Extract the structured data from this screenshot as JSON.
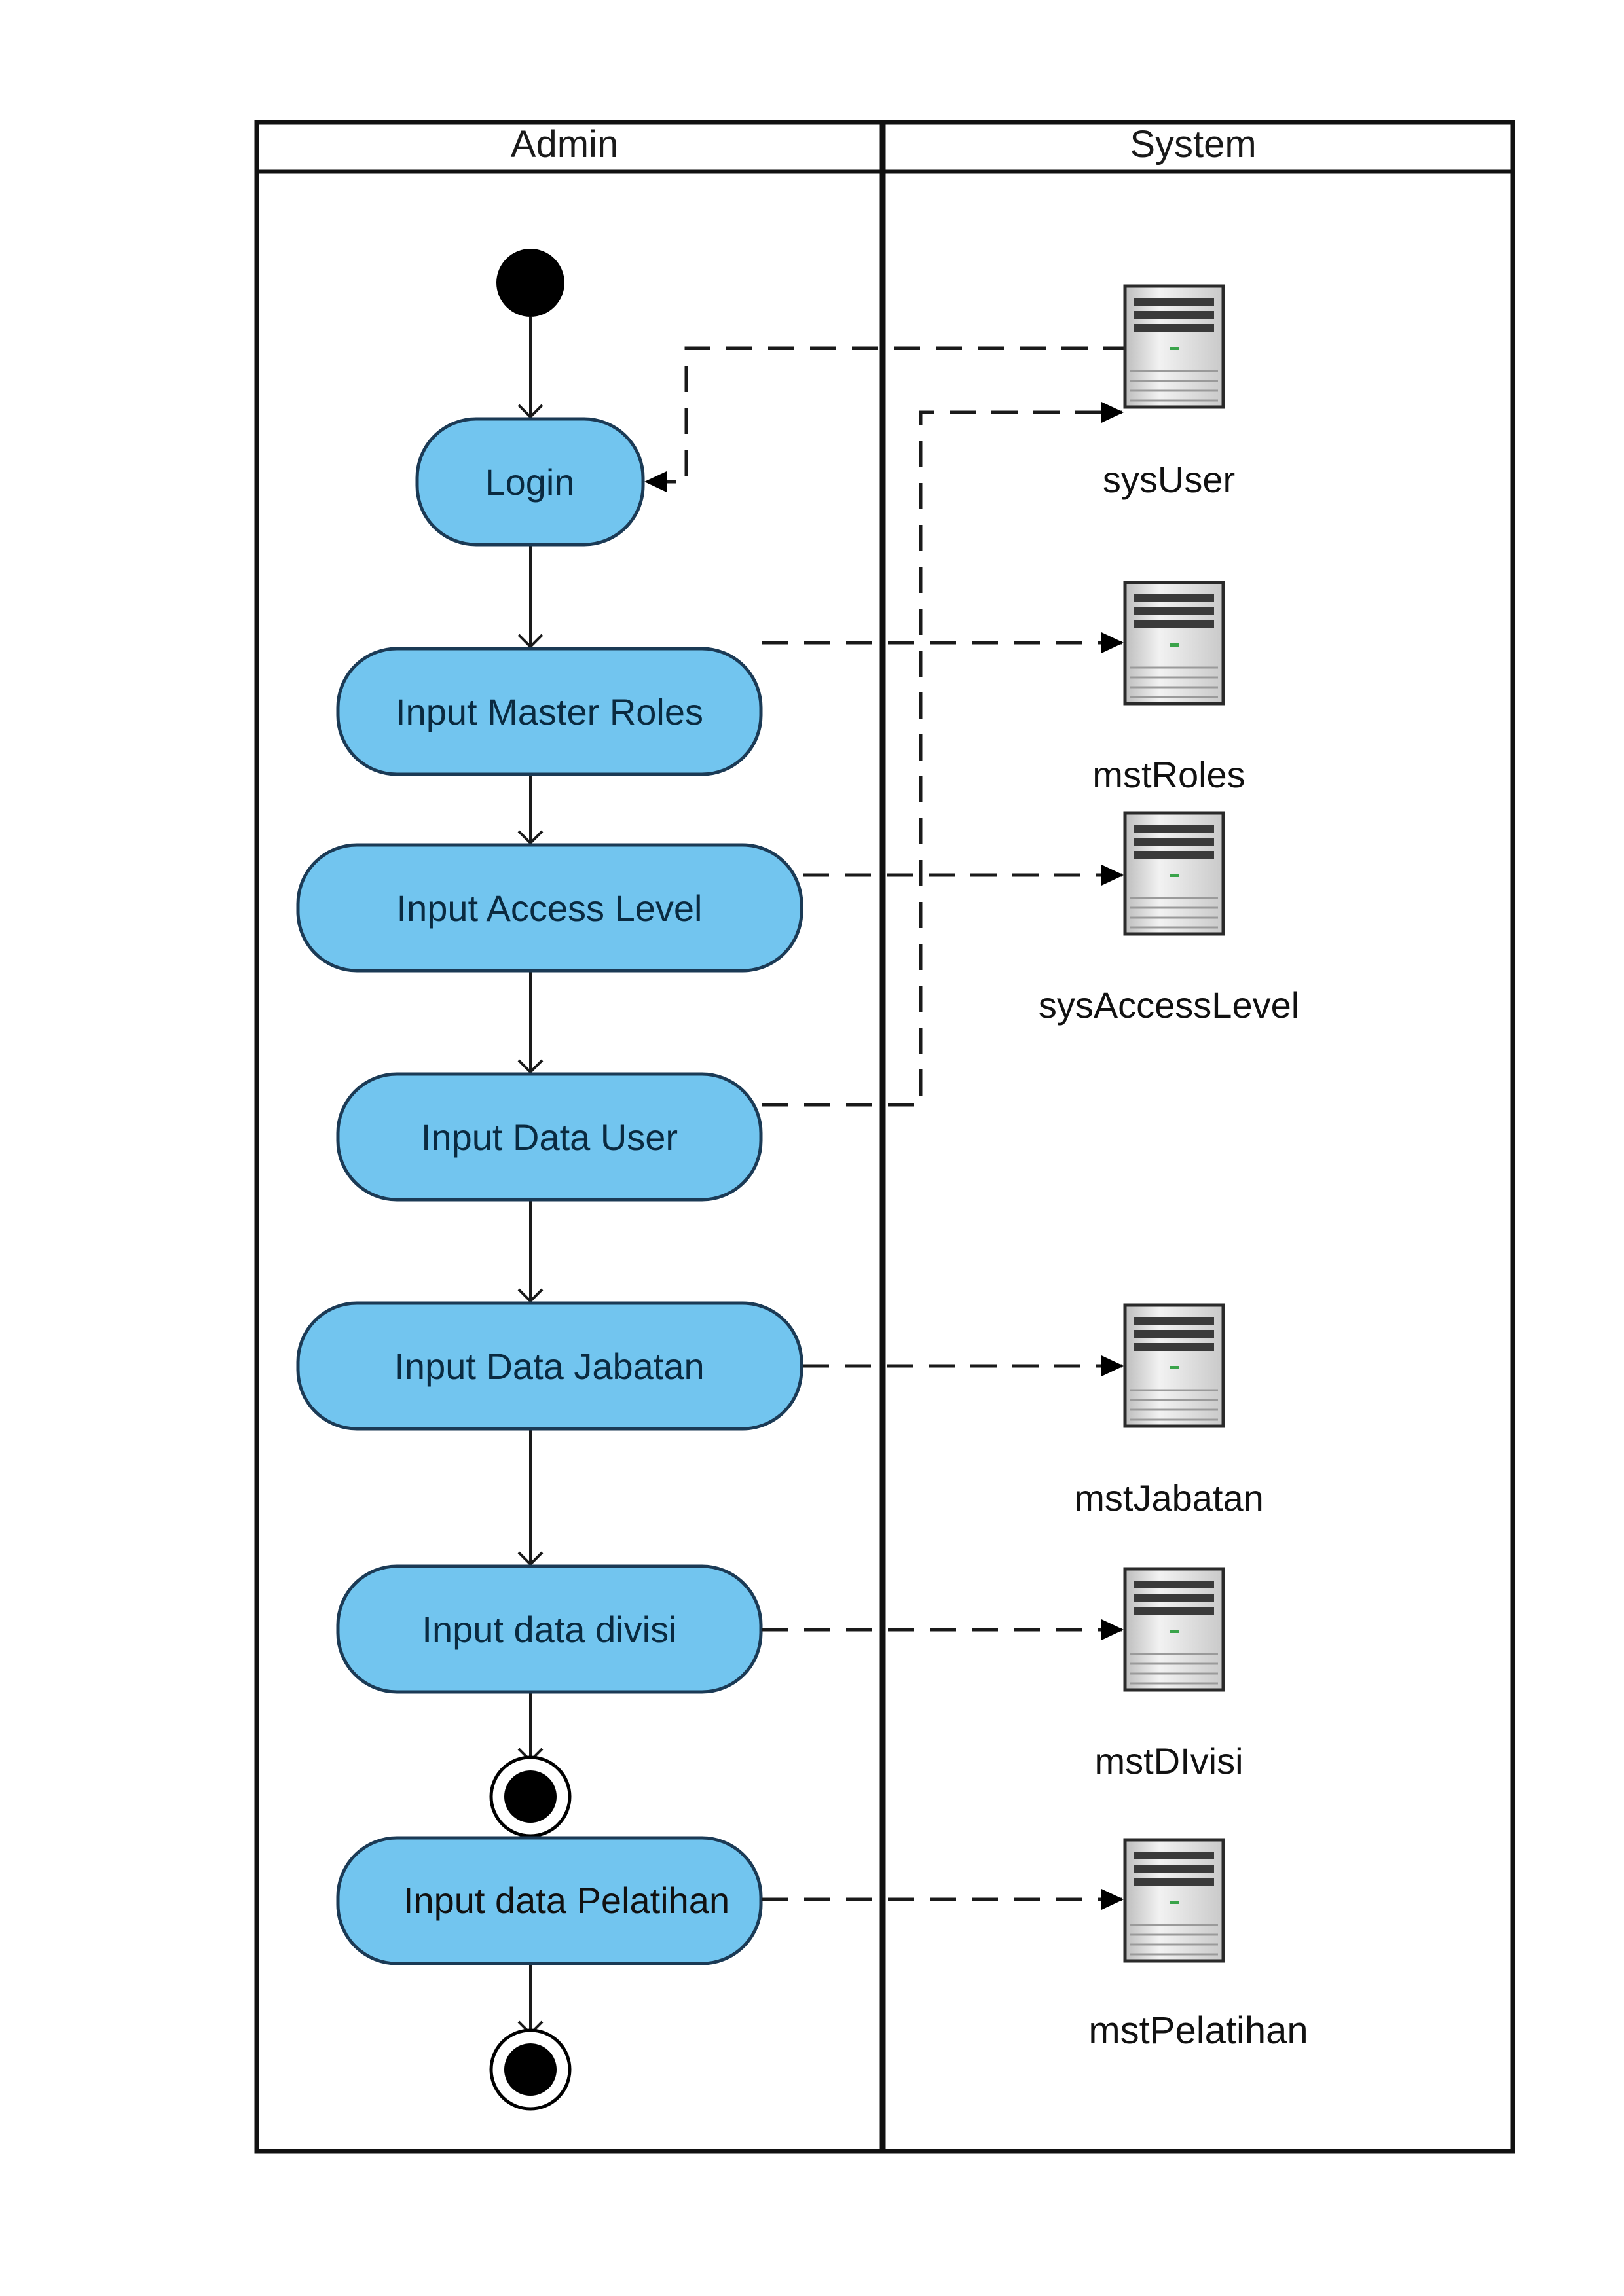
{
  "lanes": {
    "admin": "Admin",
    "system": "System"
  },
  "activities": {
    "login": "Login",
    "input_master_roles": "Input Master Roles",
    "input_access_level": "Input Access Level",
    "input_data_user": "Input Data User",
    "input_data_jabatan": "Input Data Jabatan",
    "input_data_divisi": "Input data divisi",
    "input_data_pelatihan": "Input data Pelatihan"
  },
  "datastores": {
    "sys_user": "sysUser",
    "mst_roles": "mstRoles",
    "sys_access_level": "sysAccessLevel",
    "mst_jabatan": "mstJabatan",
    "mst_divisi": "mstDIvisi",
    "mst_pelatihan": "mstPelatihan"
  },
  "colors": {
    "activity_fill": "#72c5ef",
    "activity_stroke": "#1b3a55",
    "line": "#1a1a1a",
    "node": "#000000",
    "server_body": "#e6e6e6",
    "server_stroke": "#2a2a2a"
  },
  "icons": {
    "datastore": "server-icon",
    "start": "initial-node-icon",
    "end": "final-node-icon"
  }
}
